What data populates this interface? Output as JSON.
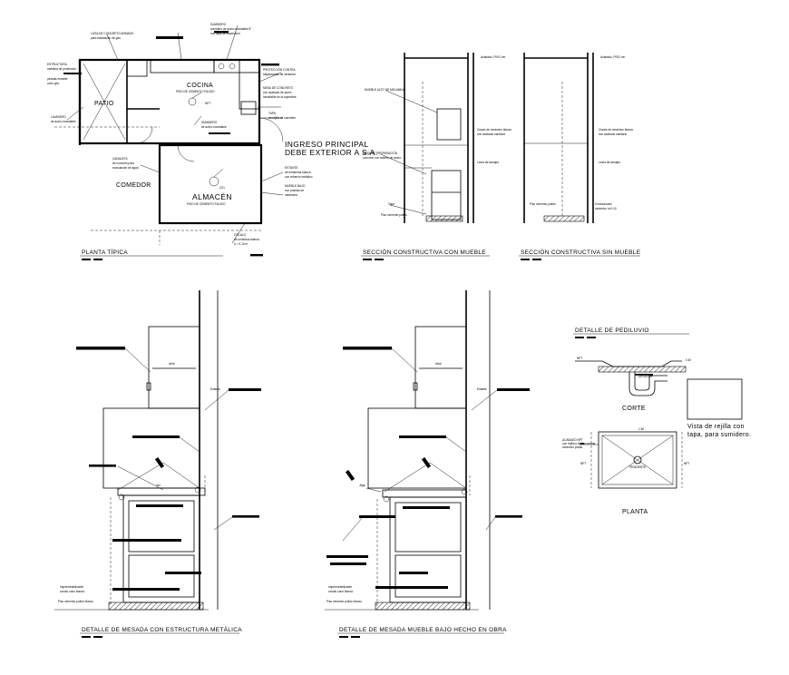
{
  "drawing": {
    "plan": {
      "title": "PLANTA TÍPICA",
      "rooms": {
        "kitchen": "COCINA",
        "kitchen_floor": "PISO DE CEMENTO PULIDO",
        "patio": "PATIO",
        "dining": "COMEDOR",
        "storage": "ALMACÉN",
        "storage_floor": "PISO DE CEMENTO PULIDO"
      },
      "entrance_line1": "INGRESO PRINCIPAL",
      "entrance_line2": "DEBE EXTERIOR A S.A.",
      "scale_tag": "NPT",
      "code_tag": "C01"
    },
    "section_furniture": {
      "title": "SECCIÓN CONSTRUCTIVA CON MUEBLE"
    },
    "section_no_furniture": {
      "title": "SECCIÓN CONSTRUCTIVA SIN MUEBLE"
    },
    "counter_metal": {
      "title": "DETALLE DE MESADA CON ESTRUCTURA METÁLICA"
    },
    "counter_masonry": {
      "title": "DETALLE DE MESADA MUEBLE BAJO HECHO EN OBRA"
    },
    "footbath": {
      "title": "DETALLE DE PEDILUVIO",
      "npt": "NPT",
      "npt_right": "NPT",
      "section_label": "CORTE",
      "plan_label": "PLANTA",
      "grate_note_line1": "Vista de rejilla con",
      "grate_note_line2": "tapa, para sumidero.",
      "drain_label": "DESAGÜE"
    }
  },
  "colors": {
    "ink": "#000000",
    "paper": "#ffffff"
  }
}
